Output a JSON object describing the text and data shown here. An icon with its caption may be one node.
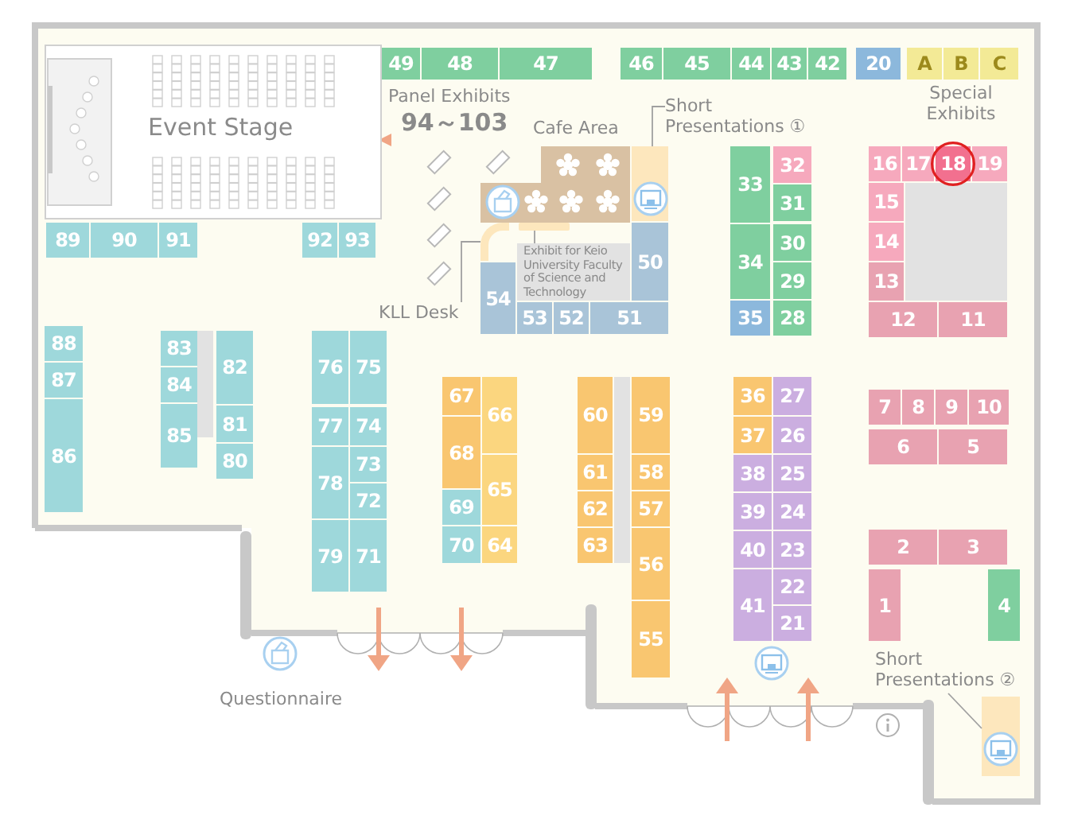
{
  "diagram": {
    "nodes": [
      {
        "text": [
          "Event Stage"
        ]
      },
      {
        "text": [
          "49"
        ]
      },
      {
        "text": [
          "48"
        ]
      },
      {
        "text": [
          "47"
        ]
      },
      {
        "text": [
          "46"
        ]
      },
      {
        "text": [
          "45"
        ]
      },
      {
        "text": [
          "44"
        ]
      },
      {
        "text": [
          "43"
        ]
      },
      {
        "text": [
          "42"
        ]
      },
      {
        "text": [
          "20"
        ]
      },
      {
        "text": [
          "A"
        ]
      },
      {
        "text": [
          "B"
        ]
      },
      {
        "text": [
          "C"
        ]
      },
      {
        "text": [
          "89"
        ]
      },
      {
        "text": [
          "90"
        ]
      },
      {
        "text": [
          "91"
        ]
      },
      {
        "text": [
          "92"
        ]
      },
      {
        "text": [
          "93"
        ]
      },
      {
        "text": [
          "Short Presentations ①"
        ]
      },
      {
        "text": [],
        "shape": "box"
      },
      {
        "text": [
          "33"
        ]
      },
      {
        "text": [
          "32"
        ]
      },
      {
        "text": [
          "31"
        ]
      },
      {
        "text": [
          "34"
        ]
      },
      {
        "text": [
          "30"
        ]
      },
      {
        "text": [
          "29"
        ]
      },
      {
        "text": [
          "35"
        ]
      },
      {
        "text": [
          "28"
        ]
      },
      {
        "text": [
          "16"
        ]
      },
      {
        "text": [
          "17"
        ]
      },
      {
        "text": [
          "18"
        ]
      },
      {
        "text": [
          "19"
        ]
      },
      {
        "text": [
          "15"
        ]
      },
      {
        "text": [
          "14"
        ]
      },
      {
        "text": [
          "13"
        ]
      },
      {
        "text": [
          "12"
        ]
      },
      {
        "text": [
          "11"
        ]
      },
      {
        "text": [
          "Exhibit for Keio University Faculty of Science and Technology"
        ]
      },
      {
        "text": [],
        "shape": "bar"
      },
      {
        "text": [
          "KLL Desk"
        ]
      },
      {
        "text": [],
        "shape": "bar"
      },
      {
        "text": [
          "54"
        ]
      },
      {
        "text": [
          "50"
        ]
      },
      {
        "text": [
          "53"
        ]
      },
      {
        "text": [
          "52"
        ]
      },
      {
        "text": [
          "51"
        ]
      },
      {
        "text": [
          "88"
        ]
      },
      {
        "text": [
          "87"
        ]
      },
      {
        "text": [
          "86"
        ]
      },
      {
        "text": [
          "83"
        ]
      },
      {
        "text": [
          "84"
        ]
      },
      {
        "text": [
          "85"
        ]
      },
      {
        "text": [
          "82"
        ]
      },
      {
        "text": [
          "81"
        ]
      },
      {
        "text": [
          "80"
        ]
      },
      {
        "text": [
          "76"
        ]
      },
      {
        "text": [
          "75"
        ]
      },
      {
        "text": [
          "77"
        ]
      },
      {
        "text": [
          "74"
        ]
      },
      {
        "text": [
          "78"
        ]
      },
      {
        "text": [
          "73"
        ]
      },
      {
        "text": [
          "72"
        ]
      },
      {
        "text": [
          "79"
        ]
      },
      {
        "text": [
          "71"
        ]
      },
      {
        "text": [
          "67"
        ]
      },
      {
        "text": [
          "66"
        ]
      },
      {
        "text": [
          "68"
        ]
      },
      {
        "text": [
          "65"
        ]
      },
      {
        "text": [
          "69"
        ]
      },
      {
        "text": [
          "70"
        ]
      },
      {
        "text": [
          "64"
        ]
      },
      {
        "text": [
          "60"
        ]
      },
      {
        "text": [
          "59"
        ]
      },
      {
        "text": [
          "61"
        ]
      },
      {
        "text": [
          "58"
        ]
      },
      {
        "text": [
          "62"
        ]
      },
      {
        "text": [
          "57"
        ]
      },
      {
        "text": [
          "63"
        ]
      },
      {
        "text": [
          "56"
        ]
      },
      {
        "text": [
          "55"
        ]
      },
      {
        "text": [
          "36"
        ]
      },
      {
        "text": [
          "27"
        ]
      },
      {
        "text": [
          "37"
        ]
      },
      {
        "text": [
          "26"
        ]
      },
      {
        "text": [
          "38"
        ]
      },
      {
        "text": [
          "25"
        ]
      },
      {
        "text": [
          "39"
        ]
      },
      {
        "text": [
          "24"
        ]
      },
      {
        "text": [
          "40"
        ]
      },
      {
        "text": [
          "23"
        ]
      },
      {
        "text": [
          "41"
        ]
      },
      {
        "text": [
          "22"
        ]
      },
      {
        "text": [
          "21"
        ]
      },
      {
        "text": [
          "7"
        ]
      },
      {
        "text": [
          "8"
        ]
      },
      {
        "text": [
          "9"
        ]
      },
      {
        "text": [
          "10"
        ]
      },
      {
        "text": [
          "6"
        ]
      },
      {
        "text": [
          "5"
        ]
      },
      {
        "text": [
          "2"
        ]
      },
      {
        "text": [
          "3"
        ]
      },
      {
        "text": [
          "1"
        ]
      },
      {
        "text": [
          "4"
        ]
      },
      {
        "text": [
          "Short Presentations ②"
        ]
      },
      {
        "text": [],
        "shape": "box"
      },
      {
        "text": [],
        "shape": "box"
      }
    ],
    "edges": [
      {
        "from": 18,
        "to": 19,
        "arrow": "none"
      },
      {
        "from": 37,
        "to": 40,
        "arrow": "none"
      },
      {
        "from": 39,
        "to": 38,
        "arrow": "none"
      },
      {
        "from": 103,
        "to": 104,
        "arrow": "none"
      }
    ],
    "labels": [
      "Panel Exhibits",
      "94～103",
      "Cafe Area",
      "Special Exhibits",
      "Questionnaire"
    ]
  }
}
